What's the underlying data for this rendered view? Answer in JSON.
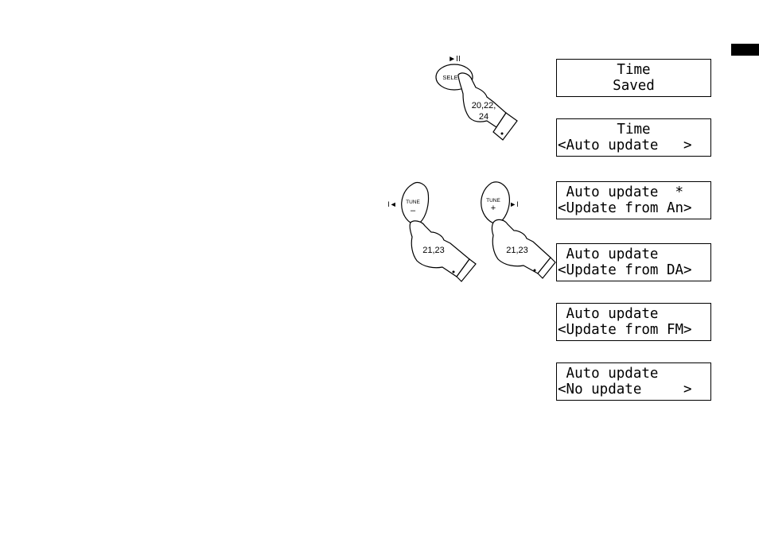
{
  "displays": [
    {
      "line1": "Time",
      "line2": "Saved",
      "align": "center"
    },
    {
      "line1": "Time",
      "line2": "<Auto update   >",
      "align": "mixed"
    },
    {
      "line1": " Auto update  *",
      "line2": "<Update from An>",
      "align": "left"
    },
    {
      "line1": " Auto update",
      "line2": "<Update from DA>",
      "align": "left"
    },
    {
      "line1": " Auto update",
      "line2": "<Update from FM>",
      "align": "left"
    },
    {
      "line1": " Auto update",
      "line2": "<No update     >",
      "align": "left"
    }
  ],
  "select_button": {
    "label": "SELECT",
    "play_pause_symbol": "►II",
    "steps": "20,22,\n24",
    "steps_line1": "20,22,",
    "steps_line2": "24"
  },
  "tune_minus": {
    "label": "TUNE",
    "sign": "–",
    "skip_icon": "I◄",
    "steps": "21,23"
  },
  "tune_plus": {
    "label": "TUNE",
    "sign": "+",
    "skip_icon": "►I",
    "steps": "21,23"
  }
}
